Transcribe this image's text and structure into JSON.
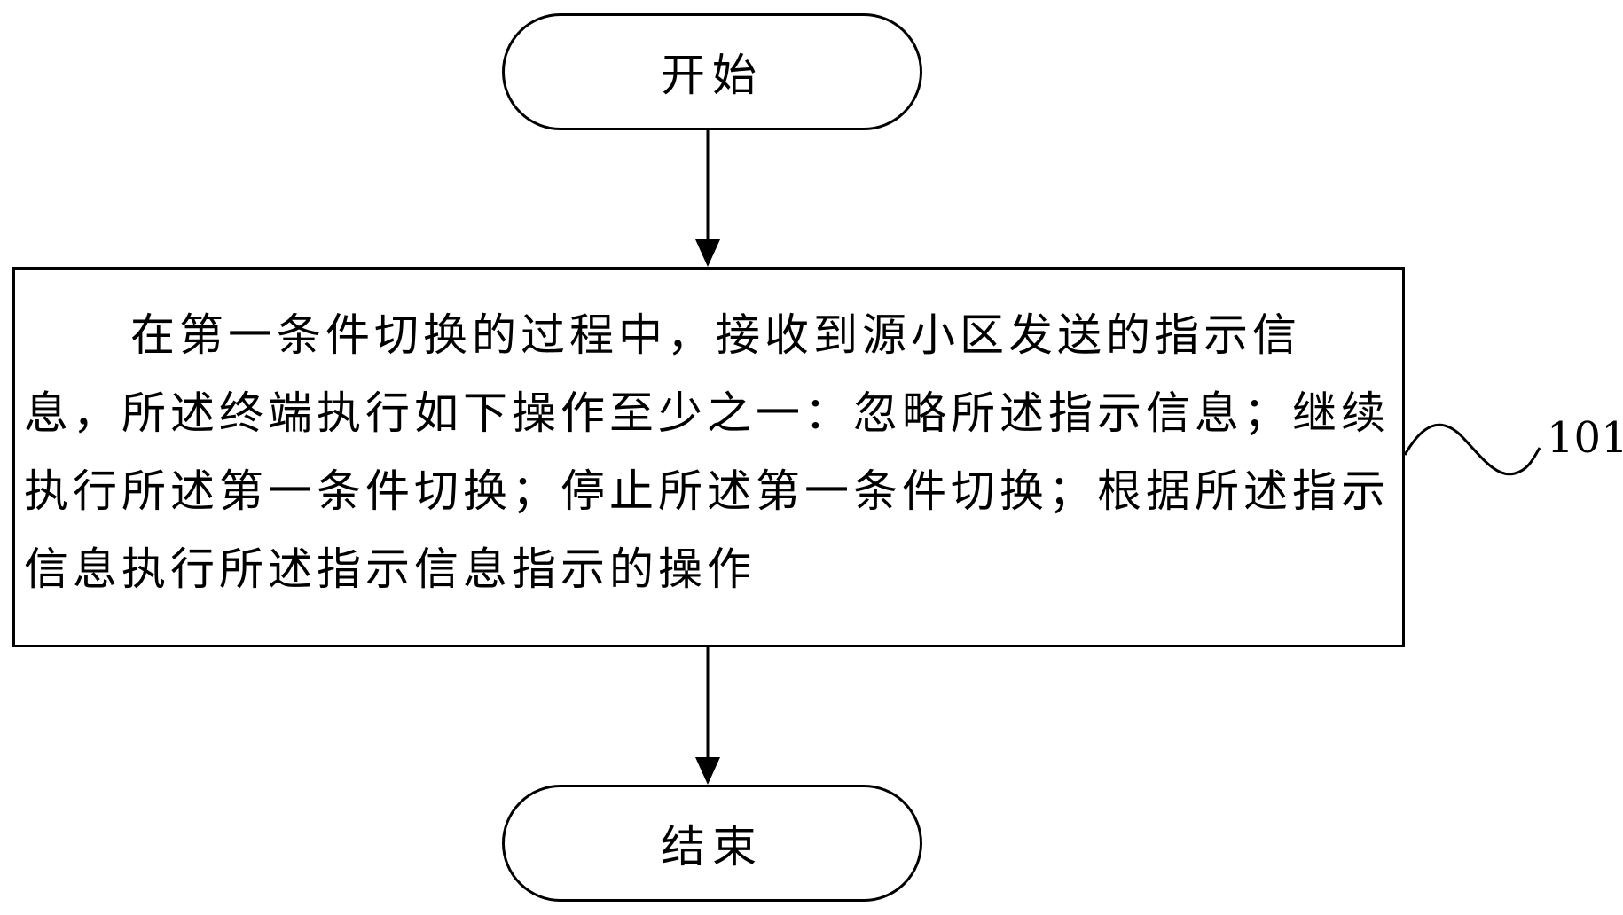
{
  "flowchart": {
    "start_label": "开始",
    "process_text": "在第一条件切换的过程中，接收到源小区发送的指示信息，所述终端执行如下操作至少之一：忽略所述指示信息；继续执行所述第一条件切换；停止所述第一条件切换；根据所述指示信息执行所述指示信息指示的操作",
    "end_label": "结束",
    "reference_label": "101"
  }
}
